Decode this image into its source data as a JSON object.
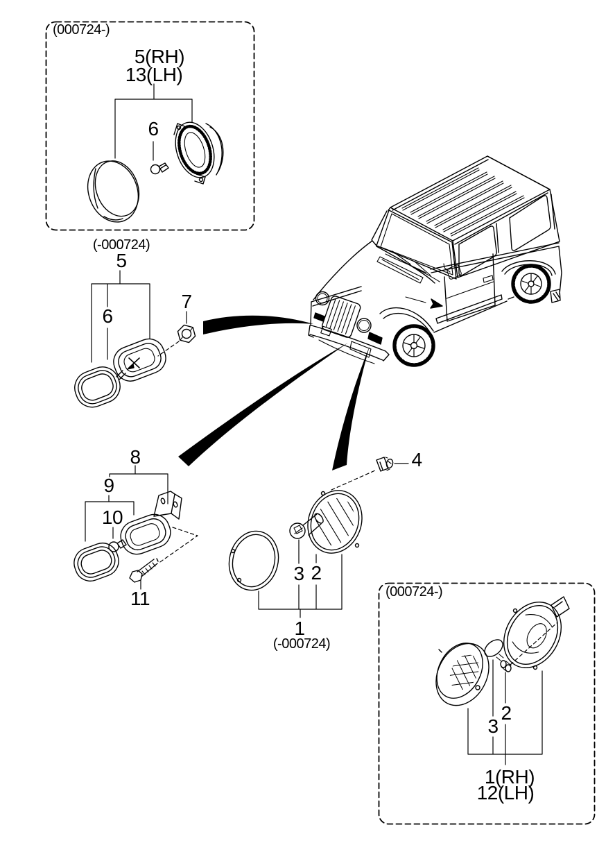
{
  "page": {
    "background": "#ffffff",
    "line_color": "#000000"
  },
  "callouts": {
    "box1_range": "(000724-)",
    "box1_rh": "5(RH)",
    "box1_lh": "13(LH)",
    "box1_bulb": "6",
    "front_range": "(-000724)",
    "front_assembly": "5",
    "front_bulb": "6",
    "front_nut": "7",
    "side_assembly": "8",
    "side_unit": "9",
    "side_bulb": "10",
    "side_bolt": "11",
    "round_screw": "4",
    "round_bulb": "3",
    "round_housing": "2",
    "round_assembly": "1",
    "round_range": "(-000724)",
    "box2_range": "(000724-)",
    "box2_bulb": "3",
    "box2_socket": "2",
    "box2_rh": "1(RH)",
    "box2_lh": "12(LH)"
  }
}
